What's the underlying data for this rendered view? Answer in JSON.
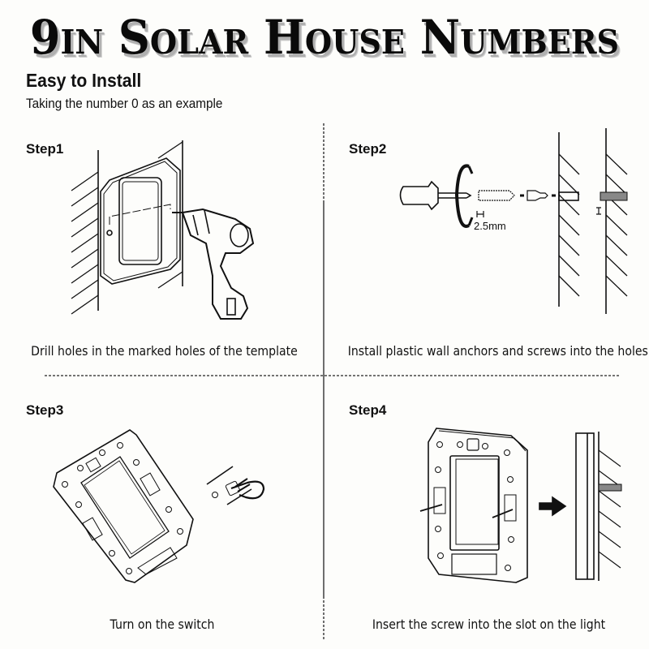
{
  "header": {
    "title": "9in Solar House Numbers",
    "subtitle": "Easy to Install",
    "note": "Taking the number 0 as an example"
  },
  "steps": [
    {
      "label": "Step1",
      "caption": "Drill holes in the marked holes of the template",
      "illustration": "drill-icon"
    },
    {
      "label": "Step2",
      "caption": "Install plastic wall anchors and screws into the holes",
      "illustration": "screwdriver-icon",
      "dimension": "2.5mm"
    },
    {
      "label": "Step3",
      "caption": "Turn on the switch",
      "illustration": "switch-hand-icon"
    },
    {
      "label": "Step4",
      "caption": "Insert the screw into the slot on the light",
      "illustration": "mount-arrow-icon"
    }
  ],
  "colors": {
    "background": "#fdfdfb",
    "ink": "#111111",
    "shadow": "#b0b0b0"
  }
}
